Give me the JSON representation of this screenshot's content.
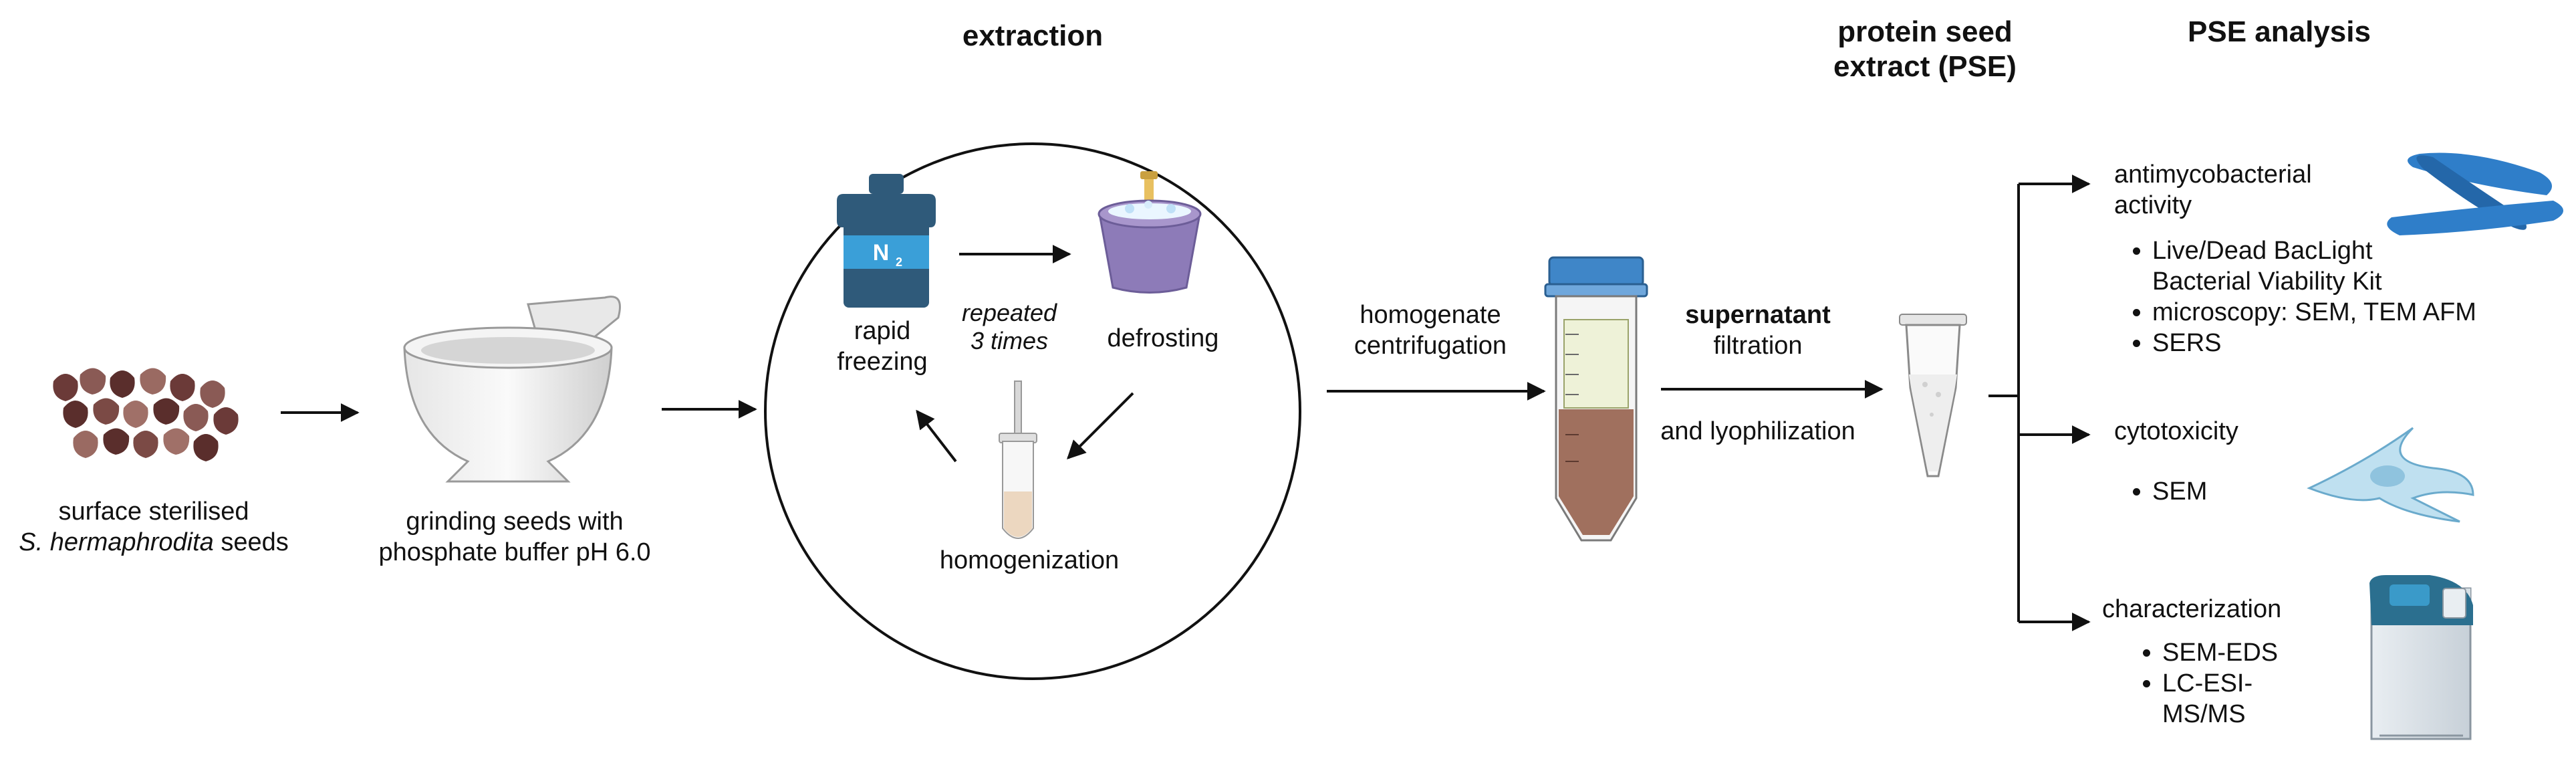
{
  "headings": {
    "extraction": "extraction",
    "pse_line1": "protein seed",
    "pse_line2": "extract (PSE)",
    "analysis": "PSE analysis"
  },
  "seeds": {
    "line1": "surface sterilised",
    "species": "S. hermaphrodita",
    "line2_suffix": " seeds"
  },
  "mortar": {
    "line1": "grinding seeds with",
    "line2": "phosphate buffer pH 6.0"
  },
  "cycle": {
    "n2_label": "N",
    "n2_sub": "2",
    "freeze_line1": "rapid",
    "freeze_line2": "freezing",
    "repeat_line1": "repeated",
    "repeat_line2": "3 times",
    "defrost": "defrosting",
    "homogenization": "homogenization"
  },
  "centrifuge": {
    "line1": "homogenate",
    "line2": "centrifugation"
  },
  "filtration": {
    "line1": "supernatant",
    "line2": "filtration",
    "line3": "and lyophilization"
  },
  "analysis": {
    "antimyco": {
      "title_line1": "antimycobacterial",
      "title_line2": "activity",
      "bullet1_line1": "Live/Dead BacLight",
      "bullet1_line2": "Bacterial Viability Kit",
      "bullet2": "microscopy: SEM, TEM AFM",
      "bullet3": "SERS"
    },
    "cytotox": {
      "title": "cytotoxicity",
      "bullet1": "SEM"
    },
    "charact": {
      "title": "characterization",
      "bullet1": "SEM-EDS",
      "bullet2_line1": "LC-ESI-",
      "bullet2_line2": "MS/MS"
    }
  },
  "colors": {
    "seed_dark": "#5a2e2c",
    "seed_mid": "#8a5a55",
    "n2_body": "#2f5a7a",
    "n2_band": "#3a9fd8",
    "pot": "#8d7bb8",
    "tube_cap": "#3f86c8",
    "pellet": "#a0705e",
    "bacteria": "#2f7ec9",
    "cell": "#bfe0f0",
    "instrument": "#2b6f8f"
  }
}
